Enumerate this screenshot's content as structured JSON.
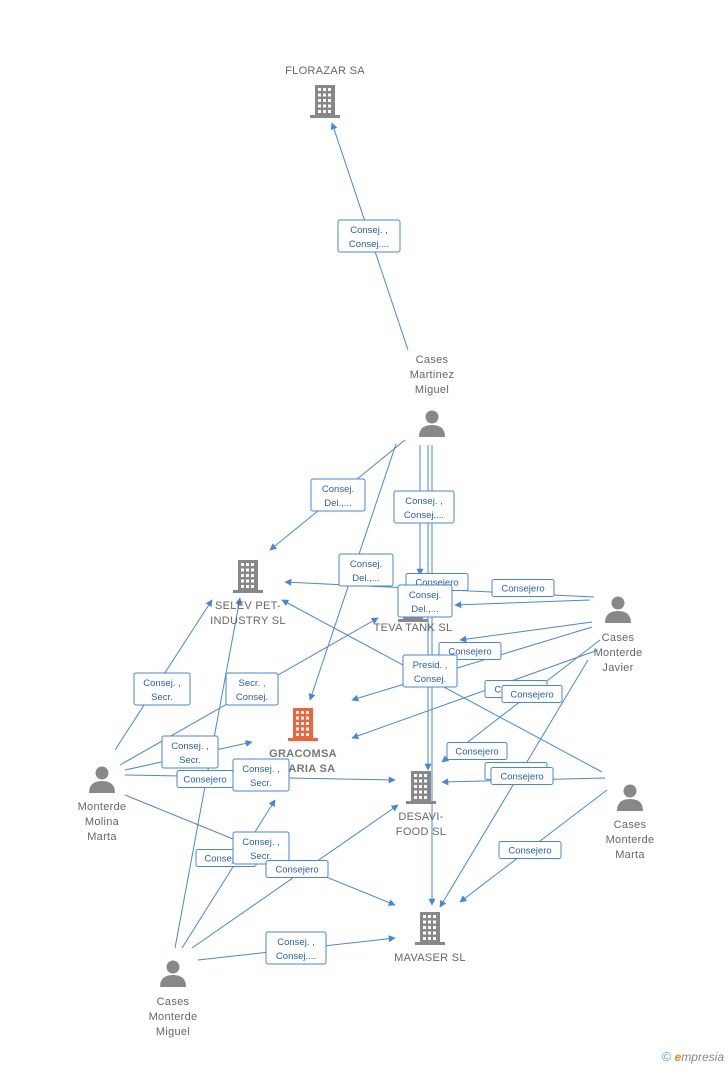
{
  "nodes": {
    "florazar": {
      "type": "company",
      "label": [
        "FLORAZAR SA"
      ],
      "color": "#888888"
    },
    "selev": {
      "type": "company",
      "label": [
        "SELEV PET-",
        "INDUSTRY SL"
      ],
      "color": "#888888"
    },
    "teva": {
      "type": "company",
      "label": [
        "TEVA TANK SL"
      ],
      "color": "#888888"
    },
    "gracomsa": {
      "type": "company",
      "label": [
        "GRACOMSA",
        "INTARIA SA"
      ],
      "color": "#f0643c",
      "focus": true
    },
    "desavi": {
      "type": "company",
      "label": [
        "DESAVI-",
        "FOOD SL"
      ],
      "color": "#888888"
    },
    "mavaser": {
      "type": "company",
      "label": [
        "MAVASER SL"
      ],
      "color": "#888888"
    },
    "cmm": {
      "type": "person",
      "label": [
        "Cases",
        "Martinez",
        "Miguel"
      ]
    },
    "cmj": {
      "type": "person",
      "label": [
        "Cases",
        "Monterde",
        "Javier"
      ]
    },
    "mmm": {
      "type": "person",
      "label": [
        "Monterde",
        "Molina",
        "Marta"
      ]
    },
    "cmmarta": {
      "type": "person",
      "label": [
        "Cases",
        "Monterde",
        "Marta"
      ]
    },
    "cmmiguel": {
      "type": "person",
      "label": [
        "Cases",
        "Monterde",
        "Miguel"
      ]
    }
  },
  "relations": [
    {
      "label": [
        "Consej. ,",
        "Consej...."
      ]
    },
    {
      "label": [
        "Consej.",
        "Del.,..."
      ]
    },
    {
      "label": [
        "Consej. ,",
        "Consej...."
      ]
    },
    {
      "label": [
        "Consej.",
        "Del.,..."
      ]
    },
    {
      "label": [
        "Consejero"
      ]
    },
    {
      "label": [
        "Consej.",
        "Del.,..."
      ]
    },
    {
      "label": [
        "Consejero"
      ]
    },
    {
      "label": [
        "Consejero"
      ]
    },
    {
      "label": [
        "Presid. ,",
        "Consej."
      ]
    },
    {
      "label": [
        "Consejero"
      ]
    },
    {
      "label": [
        "Consejero"
      ]
    },
    {
      "label": [
        "Consejero"
      ]
    },
    {
      "label": [
        "Consejero"
      ]
    },
    {
      "label": [
        "Consejero"
      ]
    },
    {
      "label": [
        "Consejero"
      ]
    },
    {
      "label": [
        "Consej. ,",
        "Secr."
      ]
    },
    {
      "label": [
        "Secr. ,",
        "Consej."
      ]
    },
    {
      "label": [
        "Consej. ,",
        "Secr."
      ]
    },
    {
      "label": [
        "Consejero"
      ]
    },
    {
      "label": [
        "Consej. ,",
        "Secr."
      ]
    },
    {
      "label": [
        "Consejero"
      ]
    },
    {
      "label": [
        "Consej. ,",
        "Secr."
      ]
    },
    {
      "label": [
        "Consejero"
      ]
    },
    {
      "label": [
        "Consej. ,",
        "Consej...."
      ]
    }
  ],
  "footer": {
    "copyright": "©",
    "brand_e": "e",
    "brand_rest": "mpresia"
  },
  "colors": {
    "edge": "#4a86d8",
    "building": "#888888",
    "focus": "#f0643c",
    "person": "#888888"
  }
}
